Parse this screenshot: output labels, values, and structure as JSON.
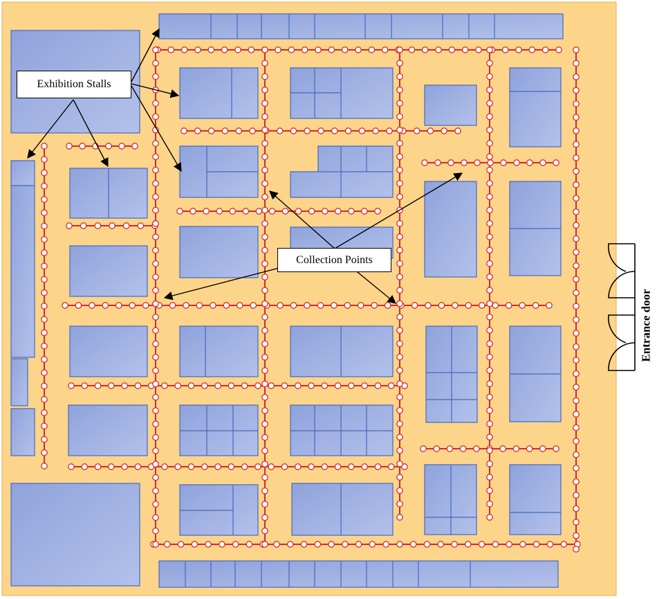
{
  "labels": {
    "stalls": "Exhibition Stalls",
    "collection": "Collection Points",
    "entrance": "Entrance door"
  },
  "colors": {
    "floor": "#fdd58a",
    "stall_fill": "#9fb0e0",
    "stall_border": "#4468bf",
    "path_line": "#d8282a",
    "point_fill": "#ffffff",
    "point_stroke": "#d8282a",
    "arrow": "#000000"
  }
}
